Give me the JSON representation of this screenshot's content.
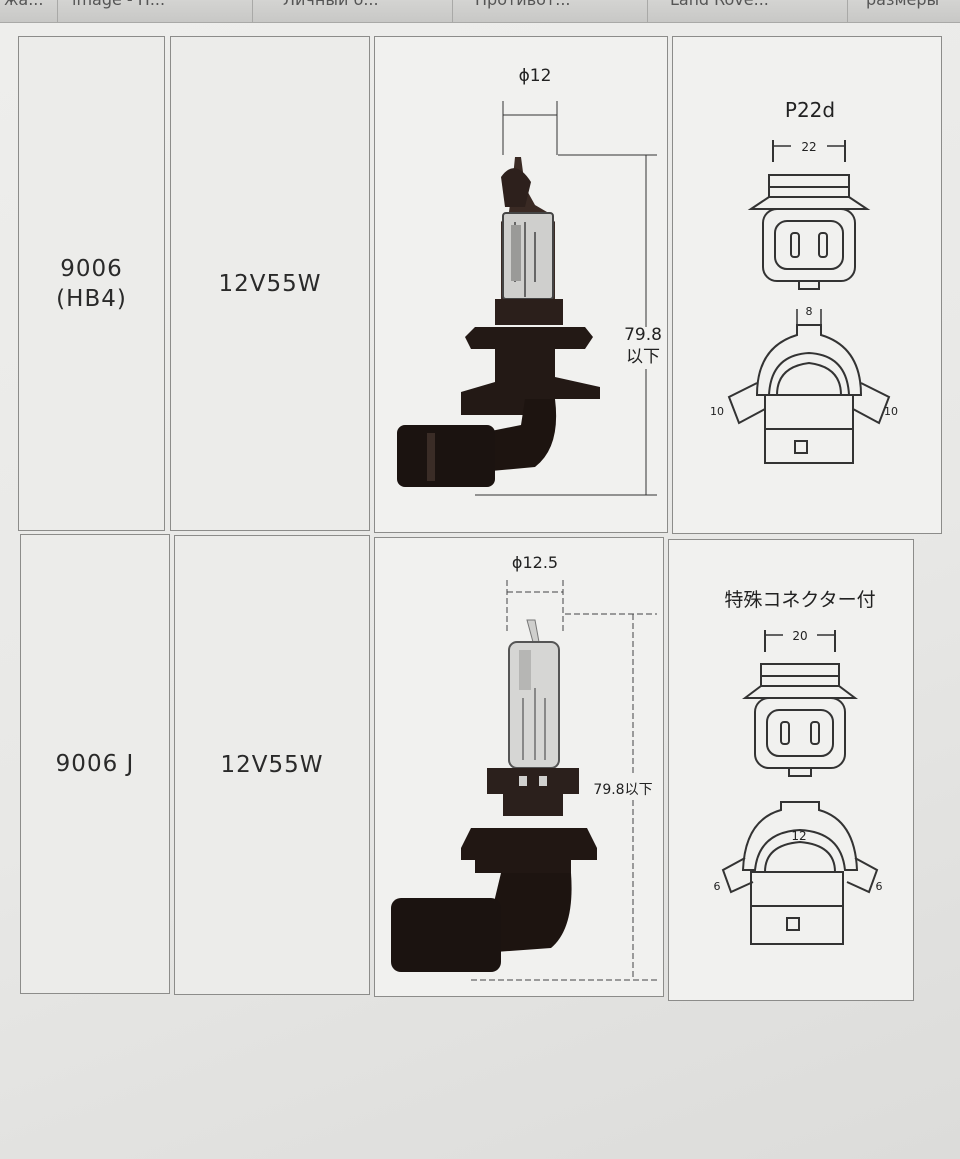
{
  "tabs": [
    {
      "label": "жа..."
    },
    {
      "label": "image - Н..."
    },
    {
      "label": "Личный б..."
    },
    {
      "label": "Противот..."
    },
    {
      "label": "Land Rove..."
    },
    {
      "label": "размеры"
    }
  ],
  "rows": [
    {
      "model": "9006",
      "model_sub": "(HB4)",
      "spec": "12V55W",
      "bulb": {
        "diameter": "ϕ12",
        "length_value": "79.8",
        "length_suffix": "以下"
      },
      "base": {
        "name": "P22d",
        "width": "22",
        "top_dim": "8",
        "left_dim": "10",
        "right_dim": "10"
      }
    },
    {
      "model": "9006 J",
      "spec": "12V55W",
      "bulb": {
        "diameter": "ϕ12.5",
        "length_label": "79.8以下"
      },
      "base": {
        "name": "特殊コネクター付",
        "width": "20",
        "top_dim": "12",
        "left_dim": "6",
        "right_dim": "6"
      }
    }
  ]
}
